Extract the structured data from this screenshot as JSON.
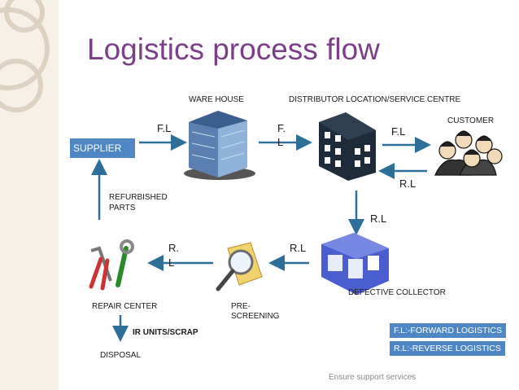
{
  "title": "Logistics process flow",
  "labels": {
    "warehouse": "WARE HOUSE",
    "distributor": "DISTRIBUTOR LOCATION/SERVICE CENTRE",
    "customer": "CUSTOMER",
    "supplier": "SUPPLIER",
    "refurbished_line1": "REFURBISHED",
    "refurbished_line2": "PARTS",
    "defective_collector": "DEFECTIVE COLLECTOR",
    "repair_center": "REPAIR CENTER",
    "prescreening_line1": "PRE-",
    "prescreening_line2": "SCREENING",
    "ir_units": "IR UNITS/SCRAP",
    "disposal": "DISPOSAL",
    "fl_1": "F.L",
    "fl_2_line1": "F.",
    "fl_2_line2": "L",
    "fl_3": "F.L",
    "rl_customer": "R.L",
    "rl_down": "R.L",
    "rl_mid": "R.L",
    "rl_left_line1": "R.",
    "rl_left_line2": "L"
  },
  "legend": {
    "forward": "F.L:-FORWARD LOGISTICS",
    "reverse": "R.L:-REVERSE LOGISTICS"
  },
  "footer": "Ensure support services",
  "colors": {
    "title": "#7a3f86",
    "arrow": "#2e6f9a",
    "label_box": "#4f87c4"
  },
  "icons": [
    "warehouse-building-icon",
    "distributor-building-icon",
    "customer-group-icon",
    "tools-icon",
    "magnifier-document-icon",
    "collector-store-icon"
  ]
}
